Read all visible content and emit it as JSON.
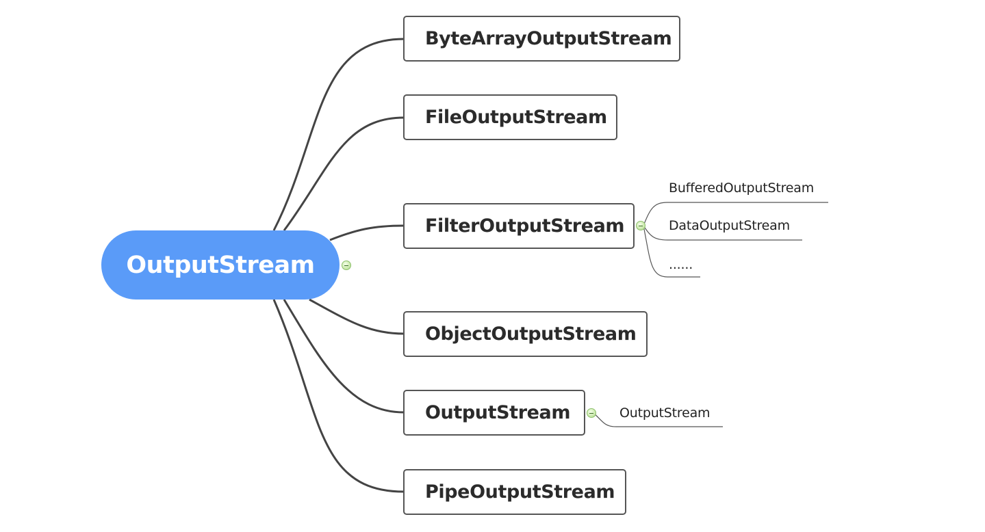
{
  "root": {
    "label": "OutputStream"
  },
  "children": [
    {
      "label": "ByteArrayOutputStream"
    },
    {
      "label": "FileOutputStream"
    },
    {
      "label": "FilterOutputStream",
      "children": [
        "BufferedOutputStream",
        "DataOutputStream",
        "......"
      ]
    },
    {
      "label": "ObjectOutputStream"
    },
    {
      "label": "OutputStream",
      "children": [
        "OutputStream"
      ]
    },
    {
      "label": "PipeOutputStream"
    }
  ],
  "colors": {
    "root_fill": "#5a9bf8",
    "root_text": "#ffffff",
    "node_border": "#555555",
    "connector": "#444444",
    "collapse_toggle": "#a8d486"
  },
  "icons": {
    "collapse_toggle": "minus-circle-icon"
  }
}
